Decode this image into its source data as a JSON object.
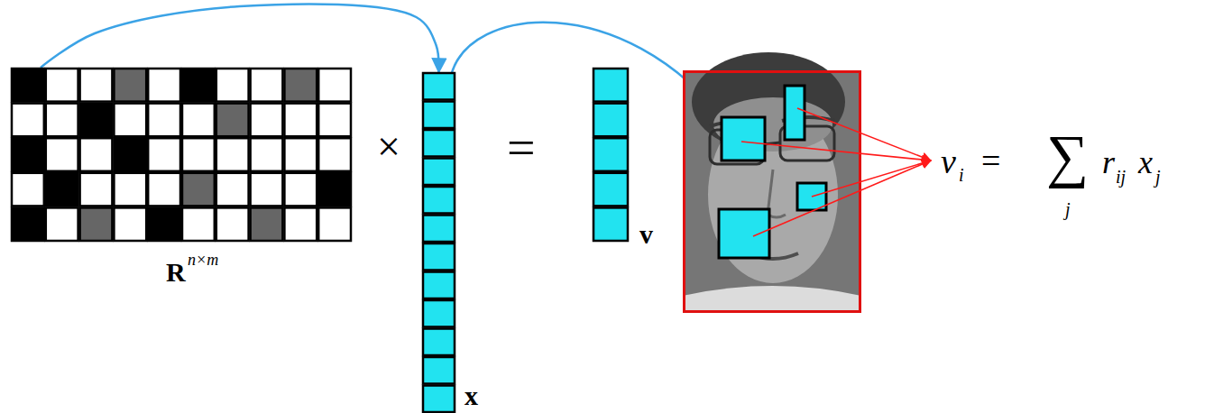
{
  "diagram": {
    "nodes": [
      {
        "text": [
          "R",
          "n×m"
        ]
      },
      {
        "text": [
          "x"
        ]
      },
      {
        "text": [
          "v"
        ]
      }
    ],
    "edges": [
      {
        "from": 0,
        "to": 1,
        "arrow": "to"
      }
    ],
    "labels": [
      "×",
      "=",
      "v",
      "i",
      "=",
      "∑",
      "j",
      "r",
      "ij",
      "x",
      "j"
    ]
  }
}
